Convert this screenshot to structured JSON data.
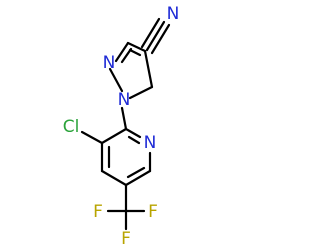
{
  "molecule": {
    "atoms": {
      "n_nitrile": {
        "symbol": "N",
        "color": "#1f2bd6"
      },
      "n_pyrazole_2": {
        "symbol": "N",
        "color": "#1f2bd6"
      },
      "n_pyrazole_1": {
        "symbol": "N",
        "color": "#1f2bd6"
      },
      "n_pyridine": {
        "symbol": "N",
        "color": "#1f2bd6"
      },
      "cl": {
        "symbol": "Cl",
        "color": "#2ba33b"
      },
      "f_left": {
        "symbol": "F",
        "color": "#b8a400"
      },
      "f_right": {
        "symbol": "F",
        "color": "#b8a400"
      },
      "f_bottom": {
        "symbol": "F",
        "color": "#b8a400"
      }
    },
    "bond_color": "#000000"
  }
}
